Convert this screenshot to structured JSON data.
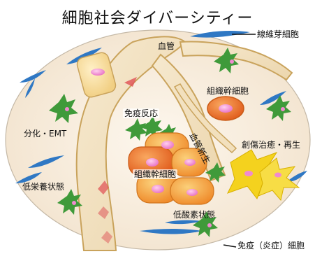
{
  "title": "細胞社会ダイバーシティー",
  "labels": {
    "fibroblast": "線維芽細胞",
    "blood_vessel": "血管",
    "tissue_stem_cell_upper": "組織幹細胞",
    "immune_response": "免疫反応",
    "angiogenesis": "血管新生",
    "differentiation_emt": "分化・EMT",
    "wound_healing": "創傷治癒・再生",
    "tissue_stem_cell_cluster": "組織幹細胞",
    "low_nutrition": "低栄養状態",
    "hypoxia": "低酸素状態",
    "immune_inflammatory_cell": "免疫（炎症）細胞"
  },
  "colors": {
    "background_ellipse": "#f8eddc",
    "vessel": "#f3e3c2",
    "vessel_outline": "#c9a35c",
    "fibroblast": "#2f78c4",
    "immune_cell": "#3f9a3a",
    "stem_cell": "#ef8a2a",
    "stem_cell_dark": "#e05a1a",
    "nucleus": "#f08ad0",
    "yellow_cell": "#f4d21e",
    "blood_cell": "#e0585a"
  }
}
